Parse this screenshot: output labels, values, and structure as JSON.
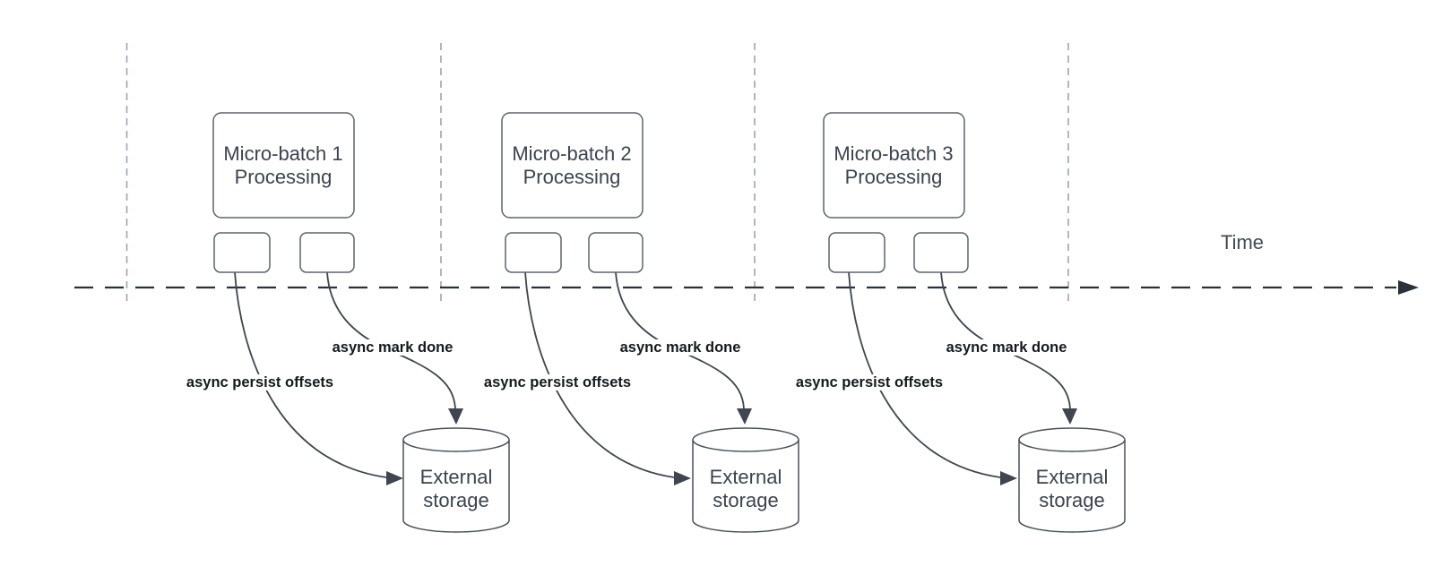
{
  "diagram": {
    "time_axis": {
      "label": "Time"
    },
    "batches": [
      {
        "name_line1": "Micro-batch 1",
        "name_line2": "Processing",
        "persist_label": "async persist offsets",
        "done_label": "async mark done",
        "storage_line1": "External",
        "storage_line2": "storage"
      },
      {
        "name_line1": "Micro-batch 2",
        "name_line2": "Processing",
        "persist_label": "async persist offsets",
        "done_label": "async mark done",
        "storage_line1": "External",
        "storage_line2": "storage"
      },
      {
        "name_line1": "Micro-batch 3",
        "name_line2": "Processing",
        "persist_label": "async persist offsets",
        "done_label": "async mark done",
        "storage_line1": "External",
        "storage_line2": "storage"
      }
    ],
    "colors": {
      "background": "#ffffff",
      "connector": "#3f4650",
      "timeline": "#2b313a",
      "guide_line": "#9fa4a9",
      "box_border": "#5c636c",
      "box_text": "#3b434f",
      "label_text": "#15181d"
    }
  }
}
